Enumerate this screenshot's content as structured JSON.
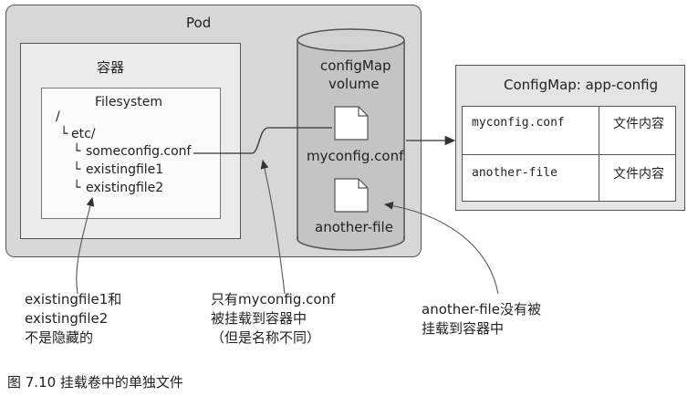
{
  "pod": {
    "title": "Pod"
  },
  "container": {
    "title": "容器"
  },
  "filesystem": {
    "title": "Filesystem",
    "root": "/",
    "etc": "etc/",
    "files": [
      "someconfig.conf",
      "existingfile1",
      "existingfile2"
    ]
  },
  "volume": {
    "title_line1": "configMap",
    "title_line2": "volume",
    "file1": "myconfig.conf",
    "file2": "another-file"
  },
  "configmap": {
    "title": "ConfigMap: app-config",
    "rows": [
      {
        "key": "myconfig.conf",
        "value": "文件内容"
      },
      {
        "key": "another-file",
        "value": "文件内容"
      }
    ]
  },
  "annotations": {
    "left": [
      "existingfile1和",
      "existingfile2",
      "不是隐藏的"
    ],
    "middle": [
      "只有myconfig.conf",
      "被挂载到容器中",
      "（但是名称不同）"
    ],
    "right": [
      "another-file没有被",
      "挂载到容器中"
    ]
  },
  "caption": "图 7.10   挂载卷中的单独文件"
}
